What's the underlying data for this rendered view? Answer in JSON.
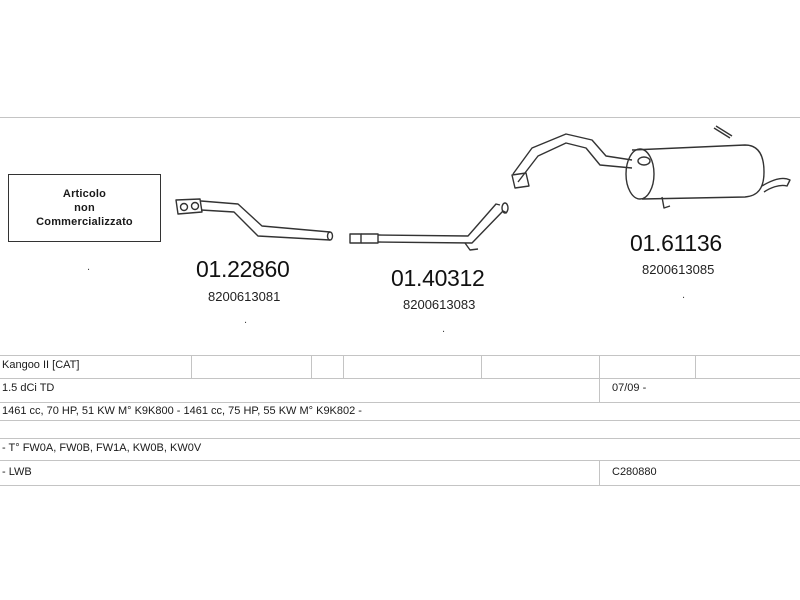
{
  "article_box": {
    "line1": "Articolo",
    "line2": "non",
    "line3": "Commercializzato"
  },
  "parts": [
    {
      "code": "01.22860",
      "oem": "8200613081"
    },
    {
      "code": "01.40312",
      "oem": "8200613083"
    },
    {
      "code": "01.61136",
      "oem": "8200613085"
    }
  ],
  "table": {
    "model": "Kangoo II [CAT]",
    "engine": "1.5 dCi TD",
    "date": "07/09 -",
    "specs": "1461 cc, 70 HP, 51 KW M° K9K800 - 1461 cc, 75 HP, 55 KW M° K9K802 -",
    "types": "- T° FW0A, FW0B, FW1A, KW0B, KW0V",
    "body": "- LWB",
    "ref": "C280880"
  },
  "dot_symbol": "."
}
